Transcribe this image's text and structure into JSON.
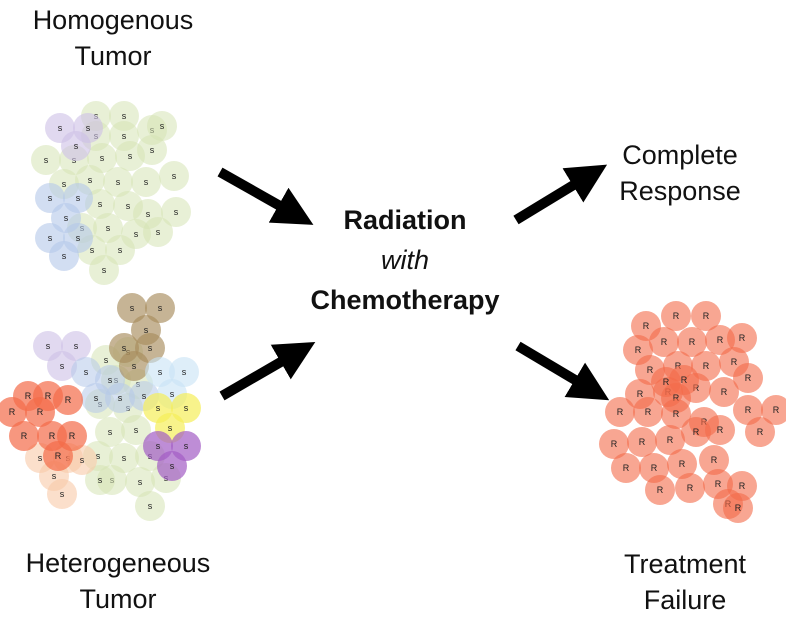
{
  "labels": {
    "homogenous_line1": "Homogenous",
    "homogenous_line2": "Tumor",
    "heterogeneous_line1": "Heterogeneous",
    "heterogeneous_line2": "Tumor",
    "center_line1": "Radiation",
    "center_line2": "with",
    "center_line3": "Chemotherapy",
    "complete_line1": "Complete",
    "complete_line2": "Response",
    "failure_line1": "Treatment",
    "failure_line2": "Failure"
  },
  "cell_markers": {
    "sensitive": "S",
    "resistant": "R"
  },
  "colors": {
    "green": "#d6e4b5",
    "lavender": "#cdbfe6",
    "blue": "#b4c8ea",
    "brown": "#a88c5c",
    "yellow": "#f5ee5a",
    "purple": "#a25cc4",
    "lightblue": "#c8e2f5",
    "peach": "#f9c9a8",
    "red": "#f36b49",
    "arrow": "#000000"
  }
}
